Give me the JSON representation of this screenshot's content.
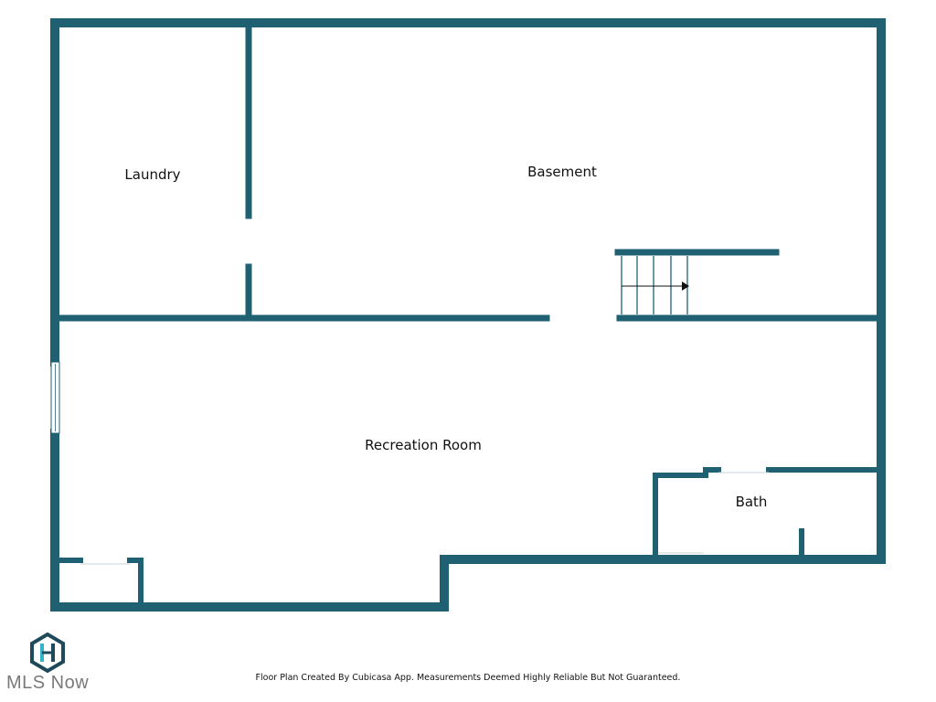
{
  "colors": {
    "wall": "#1f6073",
    "background": "#ffffff",
    "logo_dark": "#1f4a5c",
    "logo_accent": "#2fb4c8"
  },
  "rooms": {
    "laundry": "Laundry",
    "basement": "Basement",
    "recreation": "Recreation Room",
    "bath": "Bath"
  },
  "icons": {
    "stairs": "stairs-icon",
    "window": "window-icon",
    "door": "door-opening"
  },
  "footer": {
    "note": "Floor Plan Created By Cubicasa App. Measurements Deemed Highly Reliable But Not Guaranteed."
  },
  "brand": {
    "name": "MLS Now"
  }
}
